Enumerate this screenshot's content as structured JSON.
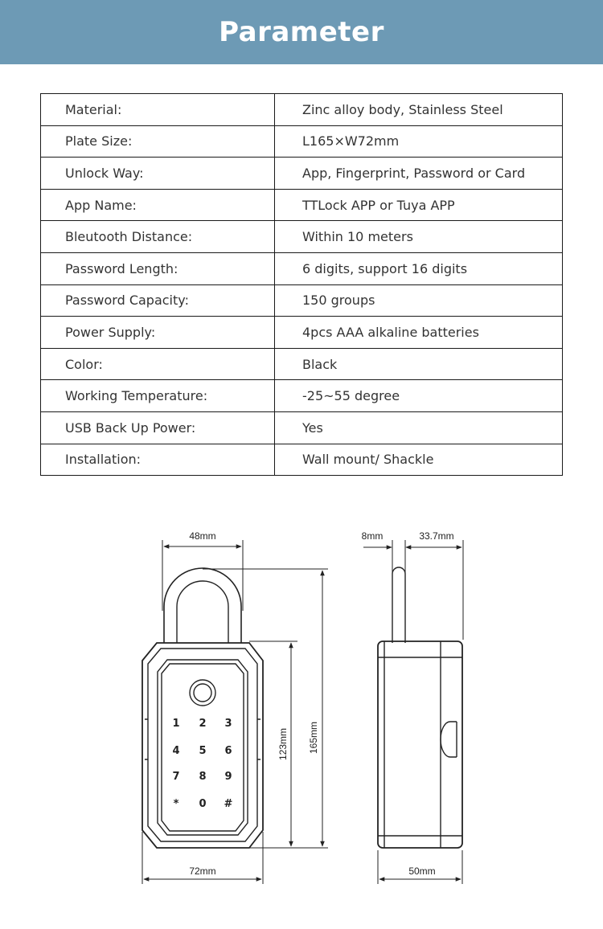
{
  "header": {
    "title": "Parameter"
  },
  "params": [
    {
      "label": "Material:",
      "value": "Zinc alloy body, Stainless Steel"
    },
    {
      "label": "Plate Size:",
      "value": "L165×W72mm"
    },
    {
      "label": "Unlock Way:",
      "value": "App, Fingerprint, Password or Card"
    },
    {
      "label": "App Name:",
      "value": "TTLock APP or Tuya APP"
    },
    {
      "label": "Bleutooth Distance:",
      "value": "Within 10 meters"
    },
    {
      "label": "Password Length:",
      "value": "6 digits, support 16 digits"
    },
    {
      "label": "Password Capacity:",
      "value": "150 groups"
    },
    {
      "label": "Power Supply:",
      "value": "4pcs AAA alkaline batteries"
    },
    {
      "label": "Color:",
      "value": "Black"
    },
    {
      "label": "Working Temperature:",
      "value": "-25~55 degree"
    },
    {
      "label": "USB Back Up Power:",
      "value": "Yes"
    },
    {
      "label": "Installation:",
      "value": "Wall mount/ Shackle"
    }
  ],
  "drawing": {
    "front": {
      "shackle_width": "48mm",
      "body_width": "72mm",
      "body_height": "123mm",
      "total_height": "165mm",
      "keys": [
        "1",
        "2",
        "3",
        "4",
        "5",
        "6",
        "7",
        "8",
        "9",
        "*",
        "0",
        "#"
      ]
    },
    "side": {
      "shackle_thickness": "8mm",
      "offset": "33.7mm",
      "depth": "50mm"
    }
  }
}
